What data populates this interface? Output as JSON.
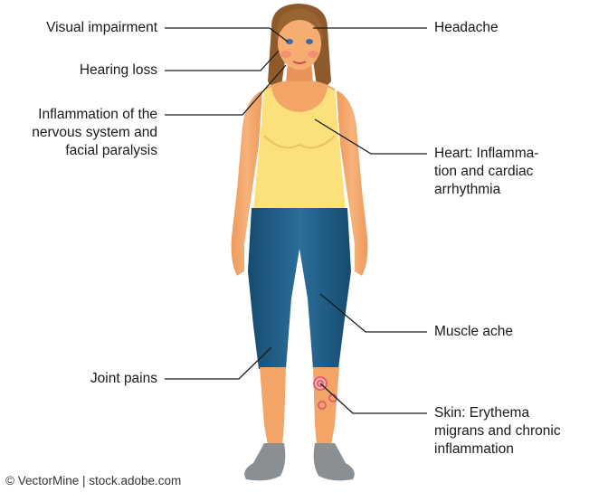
{
  "labels": {
    "visual_impairment": "Visual impairment",
    "hearing_loss": "Hearing loss",
    "nervous_system_line1": "Inflammation of the",
    "nervous_system_line2": "nervous system and",
    "nervous_system_line3": "facial paralysis",
    "joint_pains": "Joint pains",
    "headache": "Headache",
    "heart_line1": "Heart: Inflamma-",
    "heart_line2": "tion and cardiac",
    "heart_line3": "arrhythmia",
    "muscle_ache": "Muscle ache",
    "skin_line1": "Skin: Erythema",
    "skin_line2": "migrans and chronic",
    "skin_line3": "inflammation"
  },
  "credit": "© VectorMine | stock.adobe.com",
  "colors": {
    "skin": "#f4a868",
    "skin_shade": "#e58c4f",
    "hair": "#9a6332",
    "tank_top": "#fbe07c",
    "leggings": "#1f5f8a",
    "shoe": "#8a8f94",
    "rash": "#e0607a",
    "leader_line": "#1a1a1a"
  }
}
